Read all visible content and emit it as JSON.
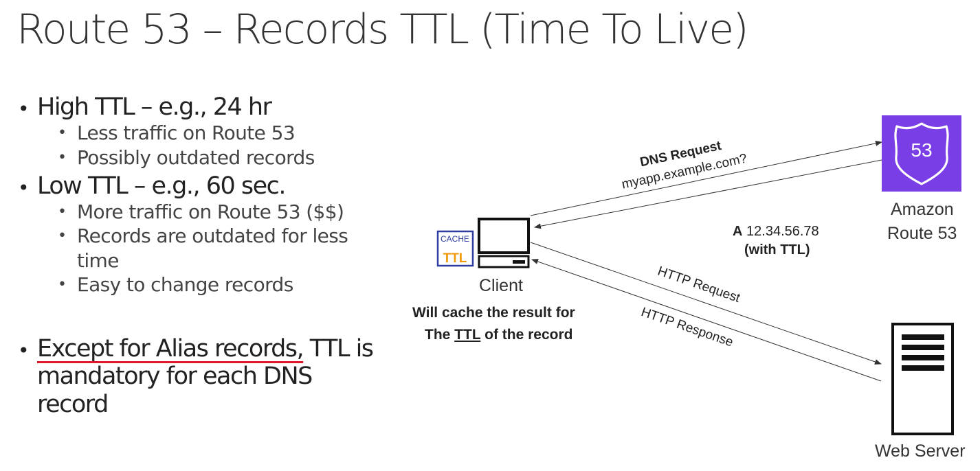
{
  "title": "Route 53 – Records TTL (Time To Live)",
  "bullets": {
    "high": {
      "label": "High TTL – e.g., 24 hr",
      "items": [
        "Less traffic on Route 53",
        "Possibly outdated records"
      ]
    },
    "low": {
      "label": "Low TTL – e.g., 60 sec.",
      "items": [
        "More traffic on Route 53 ($$)",
        "Records are outdated for less time",
        "Easy to change records"
      ]
    },
    "alias": {
      "underlined": "Except for Alias records,",
      "rest": " TTL is mandatory for each DNS record"
    }
  },
  "diagram": {
    "client": {
      "label": "Client",
      "cache_label": "CACHE",
      "ttl_label": "TTL",
      "note_line1": "Will cache the result for",
      "note_line2_pre": "The ",
      "note_line2_ttl": "TTL",
      "note_line2_post": " of the record"
    },
    "route53": {
      "label_line1": "Amazon",
      "label_line2": "Route 53",
      "shield_number": "53",
      "color": "#7a3ee6"
    },
    "webserver": {
      "label": "Web Server"
    },
    "dns_request": {
      "title": "DNS Request",
      "query": "myapp.example.com?"
    },
    "dns_response": {
      "record_type": "A",
      "ip": "12.34.56.78",
      "note": "(with TTL)"
    },
    "http_request": "HTTP Request",
    "http_response": "HTTP Response"
  },
  "colors": {
    "accent_red": "#e0162b",
    "cache_blue": "#2e3d9f",
    "ttl_orange": "#f19a0c",
    "route53_purple": "#7a3ee6"
  }
}
